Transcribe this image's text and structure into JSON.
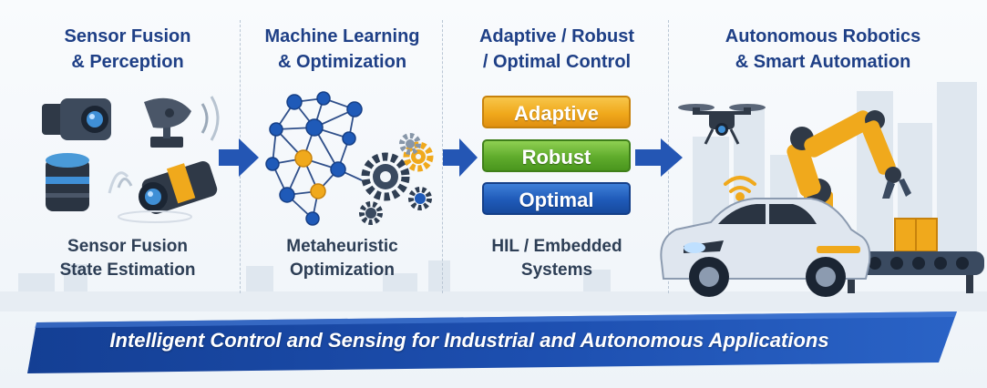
{
  "columns": [
    {
      "title_lines": [
        "Sensor Fusion",
        "& Perception"
      ],
      "subtitle_lines": [
        "Sensor Fusion",
        "State Estimation"
      ]
    },
    {
      "title_lines": [
        "Machine Learning",
        "& Optimization"
      ],
      "subtitle_lines": [
        "Metaheuristic",
        "Optimization"
      ]
    },
    {
      "title_lines": [
        "Adaptive / Robust",
        "/ Optimal Control"
      ],
      "subtitle_lines": [
        "HIL / Embedded",
        "Systems"
      ]
    },
    {
      "title_lines": [
        "Autonomous Robotics",
        "& Smart Automation"
      ],
      "subtitle_lines": []
    }
  ],
  "control_buttons": [
    "Adaptive",
    "Robust",
    "Optimal"
  ],
  "banner": "Intelligent Control and Sensing for Industrial and Autonomous Applications",
  "colors": {
    "title": "#1e3f86",
    "subtitle": "#2d3e55",
    "arrow": "#2456b4",
    "adaptive": "#f0a91c",
    "robust": "#5fab2c",
    "optimal": "#1f5ab8",
    "banner": "#1d4fb0"
  },
  "icons": [
    "camera-icon",
    "radar-icon",
    "lidar-icon",
    "lens-camera-icon",
    "neural-network-icon",
    "gear-icon",
    "drone-icon",
    "wifi-icon",
    "robot-arm-icon",
    "car-icon",
    "conveyor-icon"
  ]
}
